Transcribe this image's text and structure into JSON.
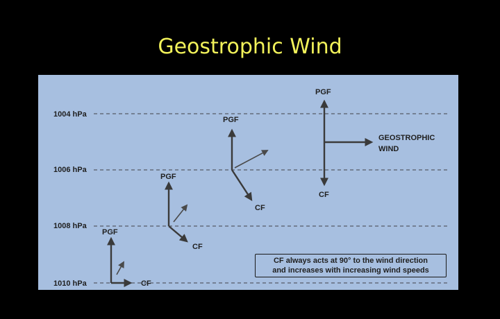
{
  "title": "Geostrophic Wind",
  "colors": {
    "background": "#000000",
    "title": "#f2f25a",
    "panel": "#a7bfe0",
    "line": "#3a3a3a"
  },
  "isobars": [
    {
      "label": "1004 hPa"
    },
    {
      "label": "1006 hPa"
    },
    {
      "label": "1008 hPa"
    },
    {
      "label": "1010 hPa"
    }
  ],
  "stages": [
    {
      "pgf": "PGF",
      "cf": "CF"
    },
    {
      "pgf": "PGF",
      "cf": "CF"
    },
    {
      "pgf": "PGF",
      "cf": "CF"
    },
    {
      "pgf": "PGF",
      "cf": "CF",
      "wind": [
        "GEOSTROPHIC",
        "WIND"
      ]
    }
  ],
  "note": {
    "line1": "CF always acts at 90° to the wind direction",
    "line2": "and increases with increasing wind speeds"
  }
}
